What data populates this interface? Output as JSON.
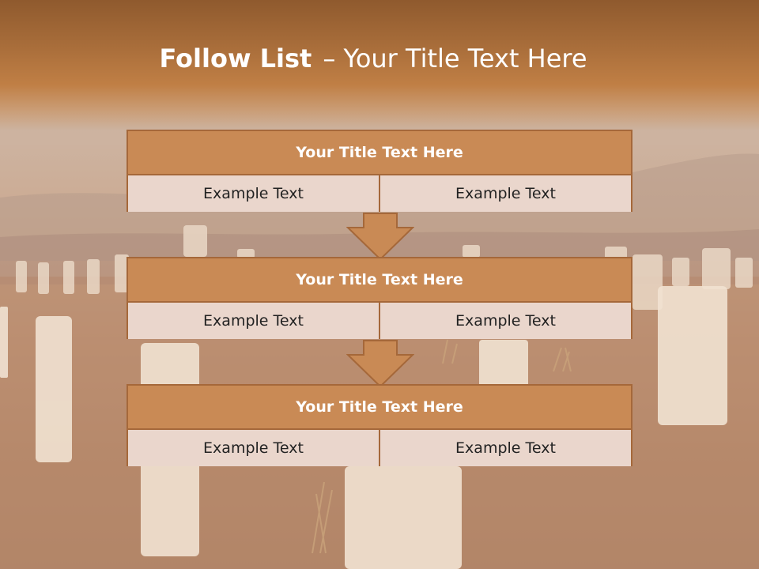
{
  "slide": {
    "title_bold": "Follow List",
    "title_rest": "– Your Title Text Here"
  },
  "steps": [
    {
      "title": "Your Title Text Here",
      "left": "Example Text",
      "right": "Example Text"
    },
    {
      "title": "Your Title Text Here",
      "left": "Example Text",
      "right": "Example Text"
    },
    {
      "title": "Your Title Text Here",
      "left": "Example Text",
      "right": "Example Text"
    }
  ],
  "colors": {
    "header": "#a86d3a",
    "box_title": "#c98a55",
    "box_cell": "#ead6cc",
    "border": "#a5683a"
  },
  "background": {
    "description_icon": "cemetery-headstones-image"
  }
}
